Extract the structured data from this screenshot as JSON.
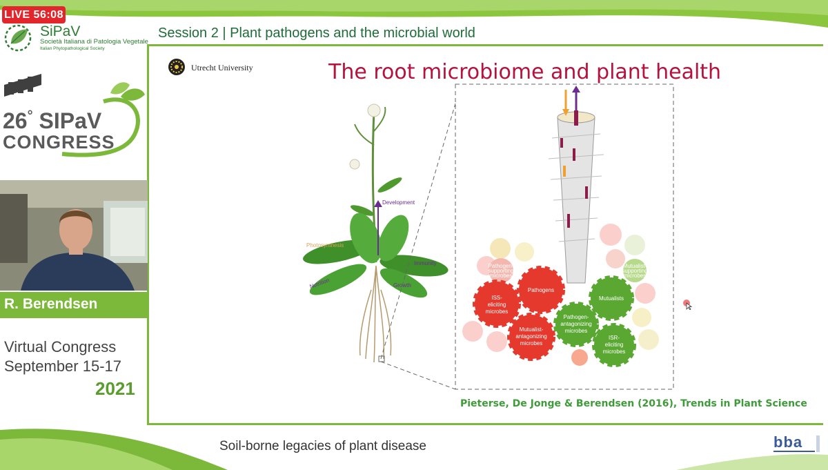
{
  "live": {
    "label": "LIVE 56:08"
  },
  "society": {
    "name": "SiPaV",
    "subtitle": "Società Italiana di Patologia Vegetale",
    "subtitle_en": "Italian Phytopathological Society"
  },
  "session": {
    "title": "Session 2 | Plant pathogens and the microbial world"
  },
  "congress": {
    "number": "26",
    "degree": "°",
    "name": "SIPaV",
    "word": "CONGRESS"
  },
  "speaker": {
    "name": "R. Berendsen"
  },
  "event": {
    "line1": "Virtual Congress",
    "line2": "September 15-17",
    "year": "2021"
  },
  "slide": {
    "institution": "Utrecht University",
    "title": "The root microbiome and plant health",
    "citation": "Pieterse, De Jonge & Berendsen (2016), Trends in Plant Science"
  },
  "figure": {
    "plant_labels": {
      "development": "Development",
      "photosynthesis": "Photosynthesis",
      "immunity": "Immunity",
      "nutrition": "Nutrition",
      "growth": "Growth"
    },
    "gears": {
      "pathogens": "Pathogens",
      "iss1": "ISS-",
      "iss2": "eliciting",
      "iss3": "microbes",
      "mutant1": "Mutualist-",
      "mutant2": "antagonizing",
      "mutant3": "microbes",
      "pathant1": "Pathogen-",
      "pathant2": "antagonizing",
      "pathant3": "microbes",
      "mutualists": "Mutualists",
      "isr1": "ISR-",
      "isr2": "eliciting",
      "isr3": "microbes",
      "pathsup1": "Pathogen-",
      "pathsup2": "supporting",
      "pathsup3": "microbes",
      "mutsup1": "Mutualist-",
      "mutsup2": "supporting",
      "mutsup3": "microbes"
    }
  },
  "footer": {
    "talk_title": "Soil-borne legacies of plant disease",
    "sponsor_logo": "bba"
  },
  "colors": {
    "accent_green": "#7cb93a",
    "title_red": "#b5123d",
    "live_red": "#e3262b"
  }
}
